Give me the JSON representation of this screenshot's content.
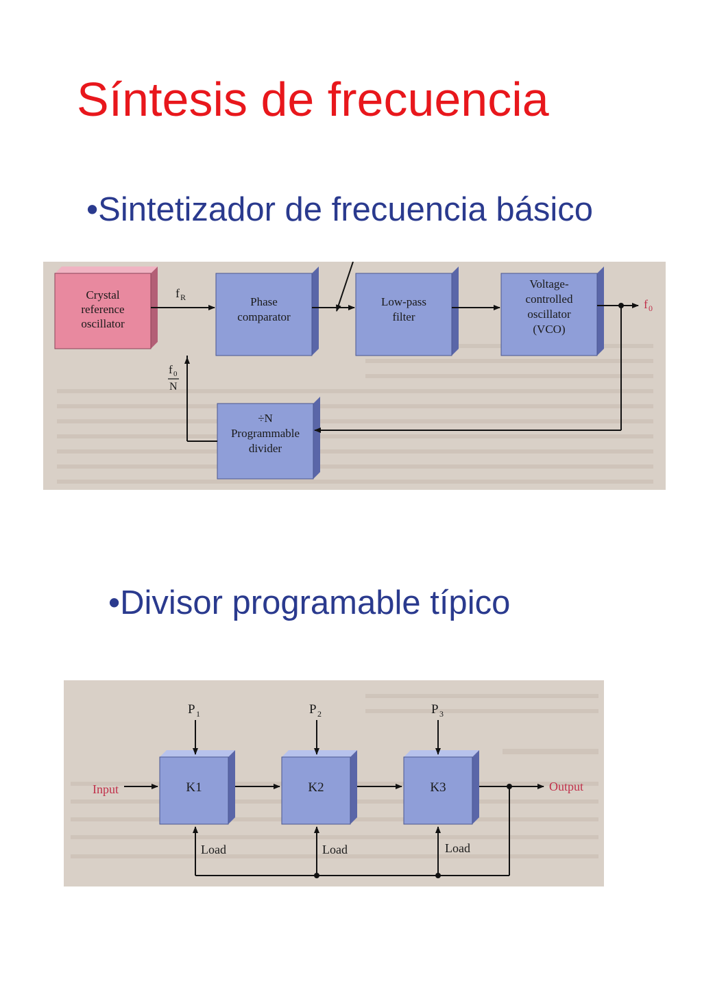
{
  "slide": {
    "title": "Síntesis de frecuencia",
    "bullet_1": "•Sintetizador de frecuencia básico",
    "bullet_2": "•Divisor programable típico"
  },
  "diagram_1": {
    "blocks": {
      "crystal": [
        "Crystal",
        "reference",
        "oscillator"
      ],
      "phase": [
        "Phase",
        "comparator"
      ],
      "lpf": [
        "Low-pass",
        "filter"
      ],
      "vco": [
        "Voltage-",
        "controlled",
        "oscillator",
        "(VCO)"
      ],
      "divider": [
        "÷N",
        "Programmable",
        "divider"
      ]
    },
    "labels": {
      "fr_main": "f",
      "fr_sub": "R",
      "f0_main": "f",
      "f0_sub": "0",
      "feedback_num_main": "f",
      "feedback_num_sub": "0",
      "feedback_den": "N"
    },
    "colors": {
      "crystal": "#e8899f",
      "block": "#8f9ed8",
      "background": "#d9d0c7",
      "output_label": "#c0304a"
    }
  },
  "diagram_2": {
    "blocks": [
      "K1",
      "K2",
      "K3"
    ],
    "inputs": [
      {
        "main": "P",
        "sub": "1"
      },
      {
        "main": "P",
        "sub": "2"
      },
      {
        "main": "P",
        "sub": "3"
      }
    ],
    "load_label": "Load",
    "input_label": "Input",
    "output_label": "Output",
    "colors": {
      "block": "#8f9ed8",
      "io_label": "#c0304a"
    }
  }
}
